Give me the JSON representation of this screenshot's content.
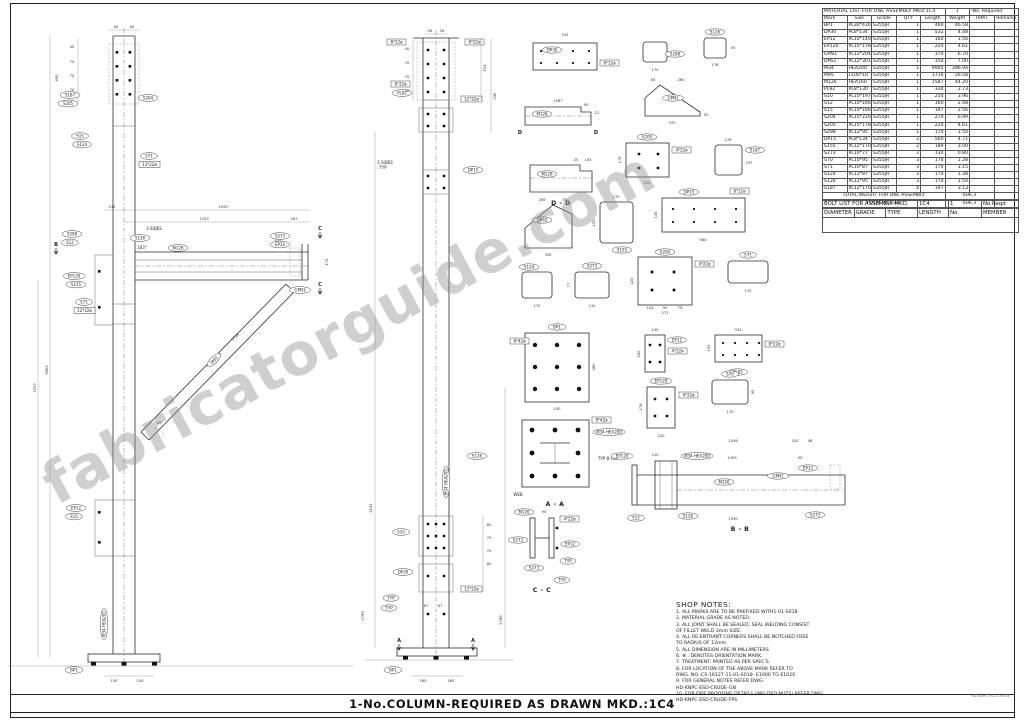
{
  "sheet": {
    "watermark": "fabricatorguide.com",
    "bottom_title": "1-No.COLUMN-REQUIRED AS DRAWN MKD.:1C4",
    "bottom_ref": "HD-KNPC-ESD-CRUDE"
  },
  "material_list": {
    "title": "MATERIAL LIST FOR ONE ASSEMBLY MKD:1C4",
    "assembly_qty": "1",
    "required_label": "-No. Required",
    "headers": [
      "Mark",
      "Size",
      "Grade",
      "QTY",
      "Length",
      "Weight",
      "TRMT.",
      "Remarks"
    ],
    "rows": [
      [
        "BP1",
        "PL30*430",
        "S355JR",
        "1",
        "460",
        "46.58",
        "",
        ""
      ],
      [
        "DP30",
        "PL8*134",
        "S355JR",
        "1",
        "532",
        "4.48",
        "",
        ""
      ],
      [
        "EP12",
        "PL10*140",
        "S355JR",
        "1",
        "160",
        "1.56",
        "",
        ""
      ],
      [
        "EP120",
        "PL15*178",
        "S355JR",
        "1",
        "220",
        "4.61",
        "",
        ""
      ],
      [
        "GPN1",
        "PL12*204",
        "S355JR",
        "1",
        "370",
        "6.70",
        "",
        ""
      ],
      [
        "DP62",
        "PL12*301",
        "S355JR",
        "1",
        "350",
        "7.00",
        "",
        ""
      ],
      [
        "M34",
        "HEA200",
        "S355JR",
        "1",
        "9905",
        "396.94",
        "",
        ""
      ],
      [
        "M95",
        "L100*10",
        "S355JR",
        "1",
        "1716",
        "26.58",
        "",
        ""
      ],
      [
        "M126",
        "HEA160",
        "S355JR",
        "1",
        "1587",
        "44.20",
        "",
        ""
      ],
      [
        "PL92",
        "PL8*130",
        "S355JR",
        "1",
        "334",
        "2.73",
        "",
        ""
      ],
      [
        "S10",
        "PL10*197",
        "S355JR",
        "1",
        "250",
        "3.96",
        "",
        ""
      ],
      [
        "S12",
        "PL10*166",
        "S355JR",
        "1",
        "160",
        "2.48",
        "",
        ""
      ],
      [
        "S15",
        "PL10*166",
        "S355JR",
        "1",
        "197",
        "2.56",
        "",
        ""
      ],
      [
        "S204",
        "PL15*220",
        "S355JR",
        "1",
        "270",
        "6.99",
        "",
        ""
      ],
      [
        "S205",
        "PL15*178",
        "S355JR",
        "1",
        "220",
        "4.61",
        "",
        ""
      ],
      [
        "S298",
        "PL12*95",
        "S355JR",
        "1",
        "170",
        "1.50",
        "",
        ""
      ],
      [
        "DP15",
        "PL8*134",
        "S355JR",
        "2",
        "560",
        "4.71",
        "",
        ""
      ],
      [
        "S155",
        "PL12*170",
        "S355JR",
        "2",
        "189",
        "3.00",
        "",
        ""
      ],
      [
        "S273",
        "PL10*77",
        "S355JR",
        "2",
        "134",
        "0.80",
        "",
        ""
      ],
      [
        "S70",
        "PL10*95",
        "S355JR",
        "3",
        "170",
        "1.28",
        "",
        ""
      ],
      [
        "S71",
        "PL10*87",
        "S355JR",
        "3",
        "170",
        "1.15",
        "",
        ""
      ],
      [
        "S124",
        "PL12*87",
        "S355JR",
        "3",
        "170",
        "1.38",
        "",
        ""
      ],
      [
        "S126",
        "PL12*95",
        "S355JR",
        "3",
        "170",
        "1.50",
        "",
        ""
      ],
      [
        "S187",
        "PL12*170",
        "S355JR",
        "4",
        "197",
        "3.13",
        "",
        ""
      ]
    ],
    "total_one_label": "TOTAL WEIGHT FOR ONE ASSEMBLY",
    "total_one_value": "606.3",
    "total_label": "TOTAL WEIGHT",
    "total_value": "606.3"
  },
  "bolt_list": {
    "title": "BOLT LIST FOR ASSEMBLY MKD.",
    "assembly": "1C4",
    "qty": "1",
    "required_label": "No.Reqd",
    "headers": [
      "DIAMETER",
      "GRADE",
      "TYPE",
      "LENGTH",
      "No.",
      "MEMBER"
    ]
  },
  "shop_notes": {
    "title": "SHOP NOTES:",
    "notes": [
      "1. ALL MARKS ARE TO BE PREFIXED WITH1-01-S018",
      "2. MATERIAL GRADE AS NOTED.",
      "3. ALL JOINT SHALL BE SEALED, SEAL WELDING CONSIST",
      "    OF FILLET WELD 3mm SIZE.",
      "4. ALL RE-ENTRANT CORNERS SHALL BE NOTCHED FREE",
      "    TO RADIUS OF 12mm",
      "5. ALL DIMENSION ARE IN MILLIMETERS",
      "6.   ⊕   : DENOTES ORIENTATION MARK.",
      "7. TREATMENT: PAINTED AS PER SPEC'S.",
      "8. FOR LOCATION OF THE ABOVE MARK REFER TO",
      "    DWG. NO.:CS-16127-11-01-S018-  E1000 TO E1026",
      "9. FOR GENERAL NOTES REFER DWG-",
      "    HD-KNPC-ESD-CRUDE-GN",
      "10. FOR FIRE PROOFING DETAILS (WELDED NUTS) REFER DWG.",
      "    HD-KNPC-ESD-CRUDE-FPS"
    ]
  },
  "views": {
    "aa": "A - A",
    "bb": "B - B",
    "cc": "C - C",
    "dd": "D - D"
  },
  "sec": {
    "a": "A",
    "b": "B",
    "c": "C",
    "d": "D"
  },
  "tags": {
    "bp1": "BP1",
    "m34": "M34 HEA200",
    "m95": "M95",
    "m126": "M126",
    "dp15": "DP15",
    "dp30": "DP30",
    "dp62": "DP62",
    "ep12": "EP12",
    "ep120": "EP120",
    "gpn1": "GPN1",
    "pl92": "PL92",
    "s10": "S10",
    "s12": "S12",
    "s15": "S15",
    "s70": "S70",
    "s71": "S71",
    "s124": "S124",
    "s126": "S126",
    "s155": "S155",
    "s187": "S187",
    "s204": "S204",
    "s205": "S205",
    "s273": "S273",
    "s298": "S298",
    "h822": "8*22ø",
    "h1222": "12*22ø",
    "h842": "8*42ø",
    "h422": "4*22ø",
    "h812": "8*12ø",
    "w3s": "3 SIDES",
    "typ": "TYP",
    "typbflg": "TYP B FLG",
    "web": "WEB",
    "a45": "45°",
    "a103": "103°"
  },
  "dims": {
    "d12": "12",
    "d25": "25",
    "d26": "26",
    "d27": "27",
    "d33": "33",
    "d40": "40",
    "d48": "48",
    "d50": "50",
    "d55": "55",
    "d56": "56",
    "d60": "60",
    "d62": "62",
    "d65": "65",
    "d67": "67",
    "d70": "70",
    "d77": "77",
    "d79": "79",
    "d80": "80",
    "d85": "85",
    "d90": "90",
    "d95": "95",
    "d100": "100",
    "d104": "104",
    "d105": "105",
    "d108": "108",
    "d113": "113",
    "d120": "120",
    "d134": "134",
    "d140": "140",
    "d150": "150",
    "d155": "155",
    "d160": "160",
    "d165": "165",
    "d170": "170",
    "d172": "172",
    "d176": "176",
    "d178": "178",
    "d197": "197",
    "d215": "215",
    "d220": "220",
    "d234": "234",
    "d265": "265",
    "d267": "267",
    "d273": "273",
    "d295": "295",
    "d334": "334",
    "d350": "350",
    "d370": "370",
    "d430": "430",
    "d460": "460",
    "d495": "495",
    "d532": "532",
    "d560": "560",
    "d1333": "1333",
    "d1456": "1456",
    "d1495": "1495",
    "d1587": "1587",
    "d1590": "1590",
    "d1716": "1716",
    "d2181": "2181",
    "d2766": "2766",
    "d2799": "2799",
    "d3333": "3333",
    "d9905": "9905"
  }
}
